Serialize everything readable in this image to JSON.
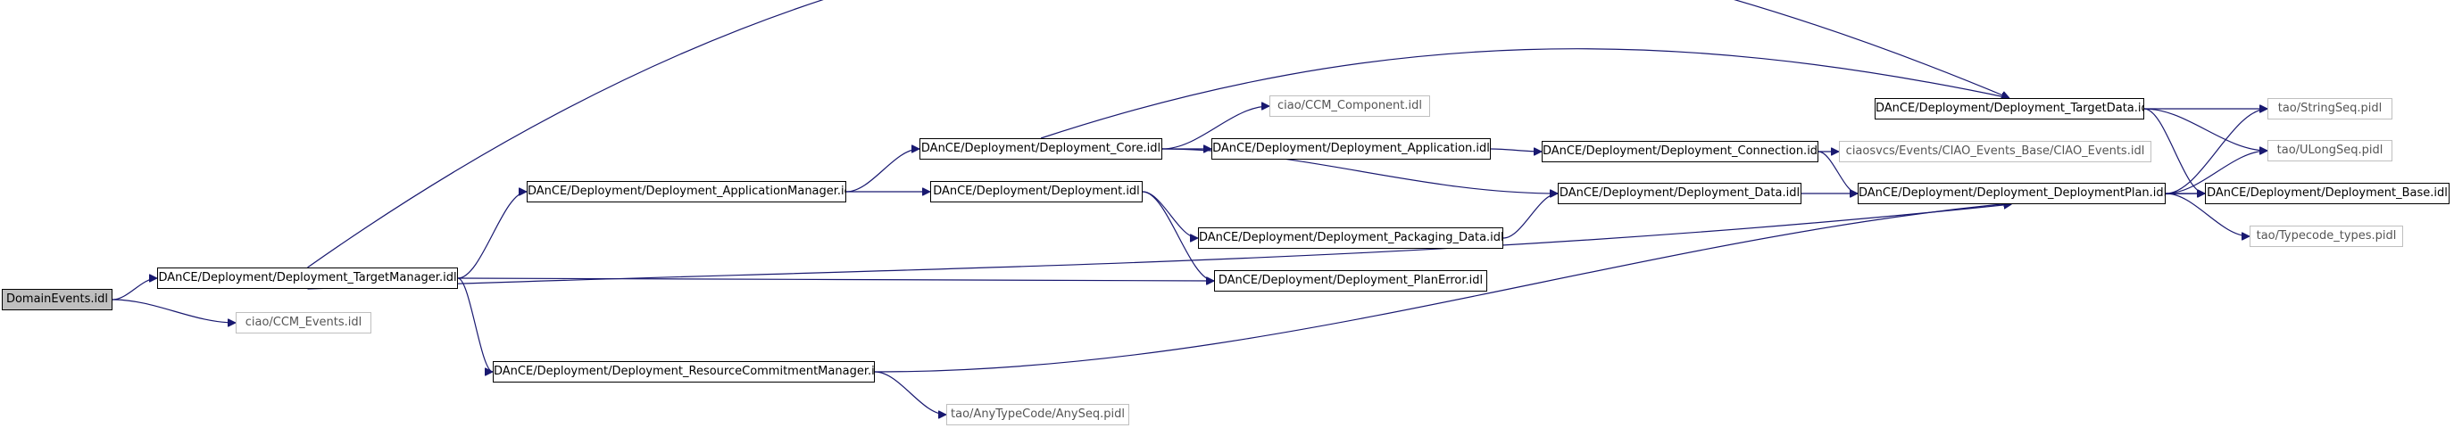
{
  "colors": {
    "edge": "#191970",
    "root_fill": "#bfbfbf",
    "external_border": "#bfbfbf"
  },
  "nodes": {
    "domain_events": {
      "label": "DomainEvents.idl"
    },
    "target_manager": {
      "label": "DAnCE/Deployment/Deployment_TargetManager.idl"
    },
    "ccm_events": {
      "label": "ciao/CCM_Events.idl"
    },
    "application_manager": {
      "label": "DAnCE/Deployment/Deployment_ApplicationManager.idl"
    },
    "resource_commitment_manager": {
      "label": "DAnCE/Deployment/Deployment_ResourceCommitmentManager.idl"
    },
    "core": {
      "label": "DAnCE/Deployment/Deployment_Core.idl"
    },
    "deployment": {
      "label": "DAnCE/Deployment/Deployment.idl"
    },
    "any_seq": {
      "label": "tao/AnyTypeCode/AnySeq.pidl"
    },
    "ccm_component": {
      "label": "ciao/CCM_Component.idl"
    },
    "application": {
      "label": "DAnCE/Deployment/Deployment_Application.idl"
    },
    "packaging_data": {
      "label": "DAnCE/Deployment/Deployment_Packaging_Data.idl"
    },
    "plan_error": {
      "label": "DAnCE/Deployment/Deployment_PlanError.idl"
    },
    "connection": {
      "label": "DAnCE/Deployment/Deployment_Connection.idl"
    },
    "data": {
      "label": "DAnCE/Deployment/Deployment_Data.idl"
    },
    "ciao_events": {
      "label": "ciaosvcs/Events/CIAO_Events_Base/CIAO_Events.idl"
    },
    "target_data": {
      "label": "DAnCE/Deployment/Deployment_TargetData.idl"
    },
    "deployment_plan": {
      "label": "DAnCE/Deployment/Deployment_DeploymentPlan.idl"
    },
    "string_seq": {
      "label": "tao/StringSeq.pidl"
    },
    "ulong_seq": {
      "label": "tao/ULongSeq.pidl"
    },
    "base": {
      "label": "DAnCE/Deployment/Deployment_Base.idl"
    },
    "typecode_types": {
      "label": "tao/Typecode_types.pidl"
    }
  },
  "edges": [
    [
      "domain_events",
      "target_manager"
    ],
    [
      "domain_events",
      "ccm_events"
    ],
    [
      "target_manager",
      "application_manager"
    ],
    [
      "target_manager",
      "resource_commitment_manager"
    ],
    [
      "target_manager",
      "target_data"
    ],
    [
      "target_manager",
      "plan_error"
    ],
    [
      "target_manager",
      "deployment_plan"
    ],
    [
      "application_manager",
      "core"
    ],
    [
      "application_manager",
      "deployment"
    ],
    [
      "resource_commitment_manager",
      "any_seq"
    ],
    [
      "resource_commitment_manager",
      "base"
    ],
    [
      "core",
      "ccm_component"
    ],
    [
      "core",
      "application"
    ],
    [
      "core",
      "target_data"
    ],
    [
      "core",
      "data"
    ],
    [
      "deployment",
      "packaging_data"
    ],
    [
      "deployment",
      "plan_error"
    ],
    [
      "application",
      "connection"
    ],
    [
      "packaging_data",
      "data"
    ],
    [
      "connection",
      "ciao_events"
    ],
    [
      "connection",
      "deployment_plan"
    ],
    [
      "data",
      "deployment_plan"
    ],
    [
      "target_data",
      "string_seq"
    ],
    [
      "target_data",
      "ulong_seq"
    ],
    [
      "target_data",
      "base"
    ],
    [
      "deployment_plan",
      "string_seq"
    ],
    [
      "deployment_plan",
      "ulong_seq"
    ],
    [
      "deployment_plan",
      "base"
    ],
    [
      "deployment_plan",
      "typecode_types"
    ]
  ]
}
